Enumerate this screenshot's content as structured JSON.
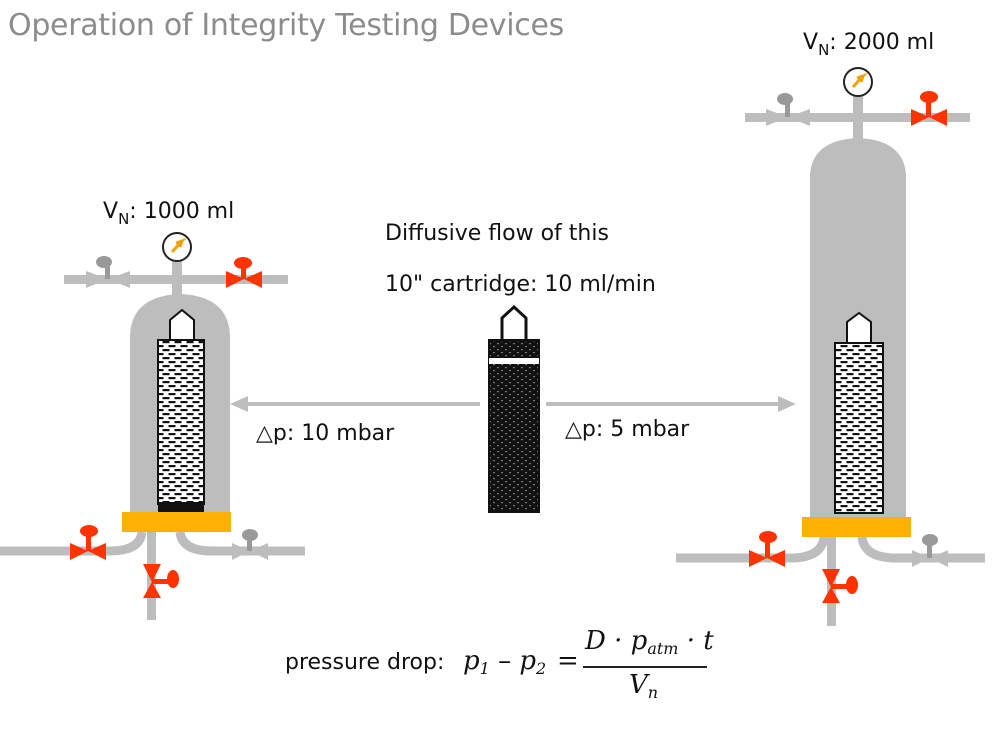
{
  "title": "Operation of Integrity Testing Devices",
  "left_device": {
    "volume_prefix": "V",
    "volume_sub": "N",
    "volume_value": ": 1000 ml"
  },
  "right_device": {
    "volume_prefix": "V",
    "volume_sub": "N",
    "volume_value": ": 2000 ml"
  },
  "cartridge_text": {
    "line1": "Diffusive flow of this",
    "line2": "10\" cartridge:  10 ml/min"
  },
  "arrows": {
    "left_label": "△p: 10 mbar",
    "right_label": "△p: 5 mbar"
  },
  "formula": {
    "lead": "pressure drop:",
    "p1": "p",
    "p1_sub": "1",
    "minus": " – ",
    "p2": "p",
    "p2_sub": "2",
    "equals": "=",
    "num_D": "D",
    "dot1": " · ",
    "num_p": "p",
    "num_p_sub": "atm",
    "dot2": " · ",
    "num_t": "t",
    "den_V": "V",
    "den_sub": "n"
  },
  "colors": {
    "pipe": "#bdbdbd",
    "valve_red": "#ff3300",
    "valve_grey": "#999999",
    "base_orange": "#ffb000",
    "gauge_needle": "#f3a000"
  },
  "icons": [
    "pressure-gauge-icon",
    "valve-icon",
    "filter-cartridge-icon",
    "arrow-icon"
  ]
}
